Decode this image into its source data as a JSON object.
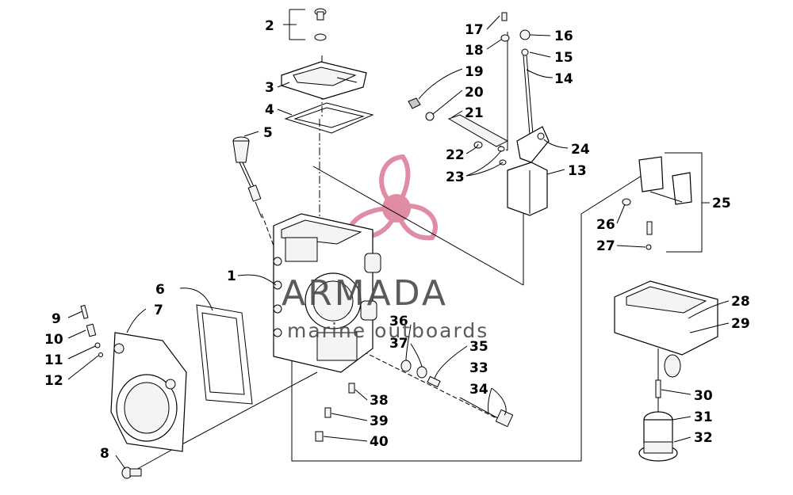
{
  "watermark": {
    "title": "ARMADA",
    "subtitle": "marine outboards",
    "logo_color": "#d9708f",
    "text_color": "#4a4a4a"
  },
  "callouts": [
    {
      "id": "callout-1",
      "label": "1"
    },
    {
      "id": "callout-2",
      "label": "2"
    },
    {
      "id": "callout-3",
      "label": "3"
    },
    {
      "id": "callout-4",
      "label": "4"
    },
    {
      "id": "callout-5",
      "label": "5"
    },
    {
      "id": "callout-6",
      "label": "6"
    },
    {
      "id": "callout-7",
      "label": "7"
    },
    {
      "id": "callout-8",
      "label": "8"
    },
    {
      "id": "callout-9",
      "label": "9"
    },
    {
      "id": "callout-10",
      "label": "10"
    },
    {
      "id": "callout-11",
      "label": "11"
    },
    {
      "id": "callout-12",
      "label": "12"
    },
    {
      "id": "callout-13",
      "label": "13"
    },
    {
      "id": "callout-14",
      "label": "14"
    },
    {
      "id": "callout-15",
      "label": "15"
    },
    {
      "id": "callout-16",
      "label": "16"
    },
    {
      "id": "callout-17",
      "label": "17"
    },
    {
      "id": "callout-18",
      "label": "18"
    },
    {
      "id": "callout-19",
      "label": "19"
    },
    {
      "id": "callout-20",
      "label": "20"
    },
    {
      "id": "callout-21",
      "label": "21"
    },
    {
      "id": "callout-22",
      "label": "22"
    },
    {
      "id": "callout-23",
      "label": "23"
    },
    {
      "id": "callout-24",
      "label": "24"
    },
    {
      "id": "callout-25",
      "label": "25"
    },
    {
      "id": "callout-26",
      "label": "26"
    },
    {
      "id": "callout-27",
      "label": "27"
    },
    {
      "id": "callout-28",
      "label": "28"
    },
    {
      "id": "callout-29",
      "label": "29"
    },
    {
      "id": "callout-30",
      "label": "30"
    },
    {
      "id": "callout-31",
      "label": "31"
    },
    {
      "id": "callout-32",
      "label": "32"
    },
    {
      "id": "callout-33",
      "label": "33"
    },
    {
      "id": "callout-34",
      "label": "34"
    },
    {
      "id": "callout-35",
      "label": "35"
    },
    {
      "id": "callout-36",
      "label": "36"
    },
    {
      "id": "callout-37",
      "label": "37"
    },
    {
      "id": "callout-38",
      "label": "38"
    },
    {
      "id": "callout-39",
      "label": "39"
    },
    {
      "id": "callout-40",
      "label": "40"
    }
  ]
}
